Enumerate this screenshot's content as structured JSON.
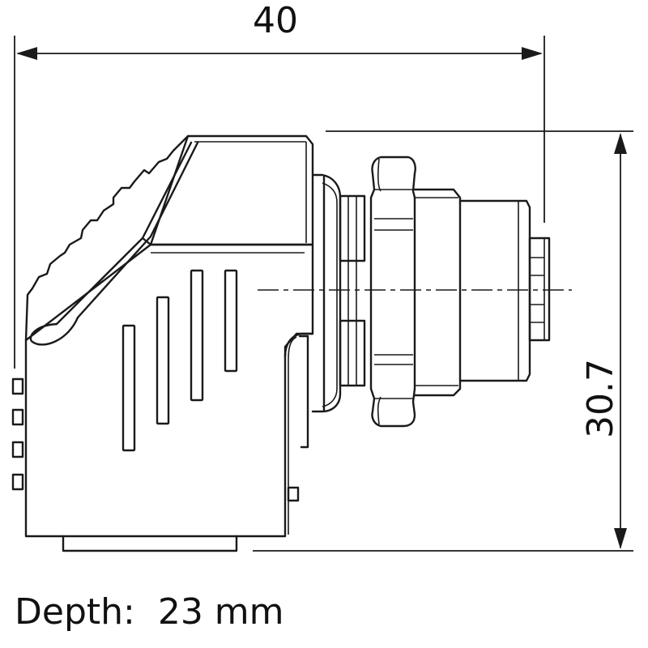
{
  "dimensions": {
    "width_label": "40",
    "height_label": "30.7"
  },
  "depth_note": {
    "label": "Depth:",
    "value": "23 mm"
  }
}
